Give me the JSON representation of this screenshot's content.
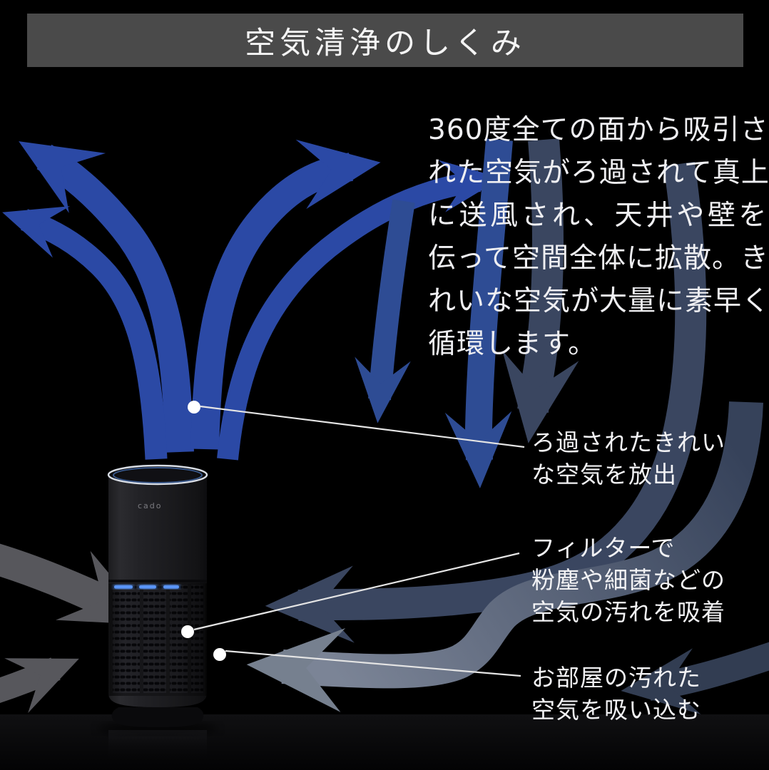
{
  "title": "空気清浄のしくみ",
  "description": {
    "lines": [
      "360度全ての面から吸引さ",
      "れた空気がろ過されて真上",
      "に送風され、天井や壁を",
      "伝って空間全体に拡散。き",
      "れいな空気が大量に素早く",
      "循環します。"
    ]
  },
  "callouts": [
    {
      "id": "clean-air-release",
      "lines": [
        "ろ過されたきれい",
        "な空気を放出"
      ]
    },
    {
      "id": "filter-adsorption",
      "lines": [
        "フィルターで",
        "粉塵や細菌などの",
        "空気の汚れを吸着"
      ]
    },
    {
      "id": "dirty-air-intake",
      "lines": [
        "お部屋の汚れた",
        "空気を吸い込む"
      ]
    }
  ],
  "device": {
    "brand": "cado"
  },
  "colors": {
    "background": "#000000",
    "banner": "#4a4a4a",
    "text": "#f1f1f3",
    "arrow_blue": "#2b49a5",
    "arrow_blue_dim": "#2e4c94",
    "arrow_slate": "#3a4660",
    "arrow_slate_light": "#76808f",
    "arrow_slate_dim": "#323d52",
    "arrow_gray": "#57575c",
    "led_blue": "#5a95f7"
  }
}
